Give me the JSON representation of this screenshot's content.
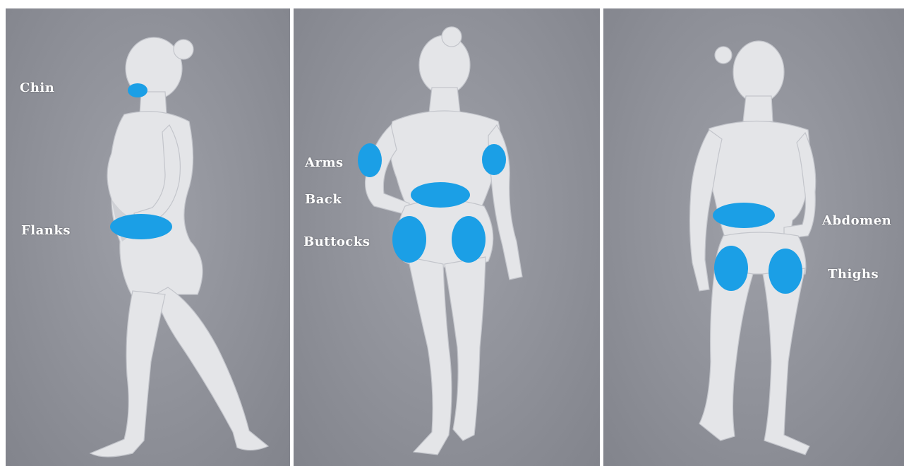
{
  "labels": {
    "chin": "Chin",
    "flanks": "Flanks",
    "arms": "Arms",
    "back": "Back",
    "buttocks": "Buttocks",
    "abdomen": "Abdomen",
    "thighs": "Thighs"
  },
  "colors": {
    "target_area": "#1b9fe6",
    "background": "#8f9199",
    "figure": "#e4e5e8",
    "label_text": "#ffffff"
  },
  "icons": {
    "figure_1": "side-view-figure-icon",
    "figure_2": "back-view-figure-icon",
    "figure_3": "front-view-figure-icon"
  }
}
